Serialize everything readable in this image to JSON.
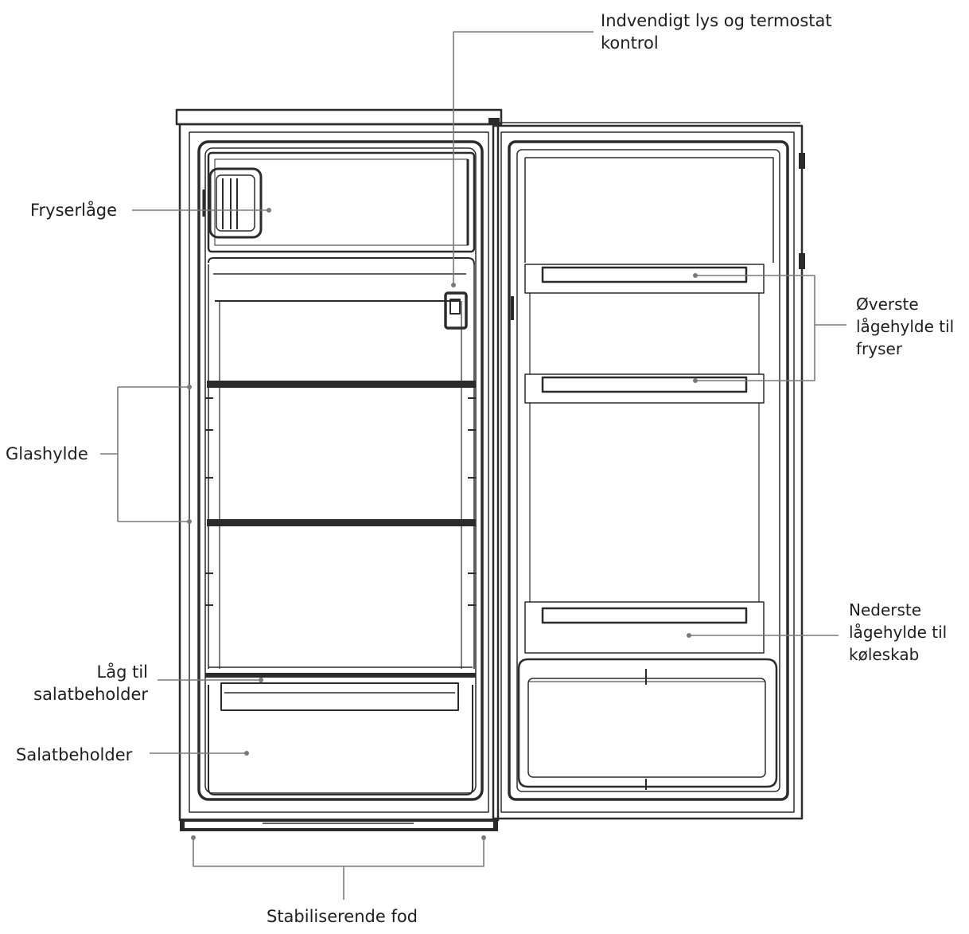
{
  "labels": {
    "thermostat": [
      "Indvendigt lys og termostat",
      "kontrol"
    ],
    "freezer_door": [
      "Fryserlåge"
    ],
    "glass_shelf": [
      "Glashylde"
    ],
    "crisper_lid": [
      "Låg til",
      "salatbeholder"
    ],
    "crisper": [
      "Salatbeholder"
    ],
    "stabilizing_foot": [
      "Stabiliserende fod"
    ],
    "upper_door_shelf": [
      "Øverste",
      "lågehylde til",
      "fryser"
    ],
    "lower_door_shelf": [
      "Nederste",
      "lågehylde til",
      "køleskab"
    ]
  },
  "colors": {
    "line": "#2b2b2b",
    "leader": "#7a7a7a",
    "text": "#1e1e1e"
  }
}
